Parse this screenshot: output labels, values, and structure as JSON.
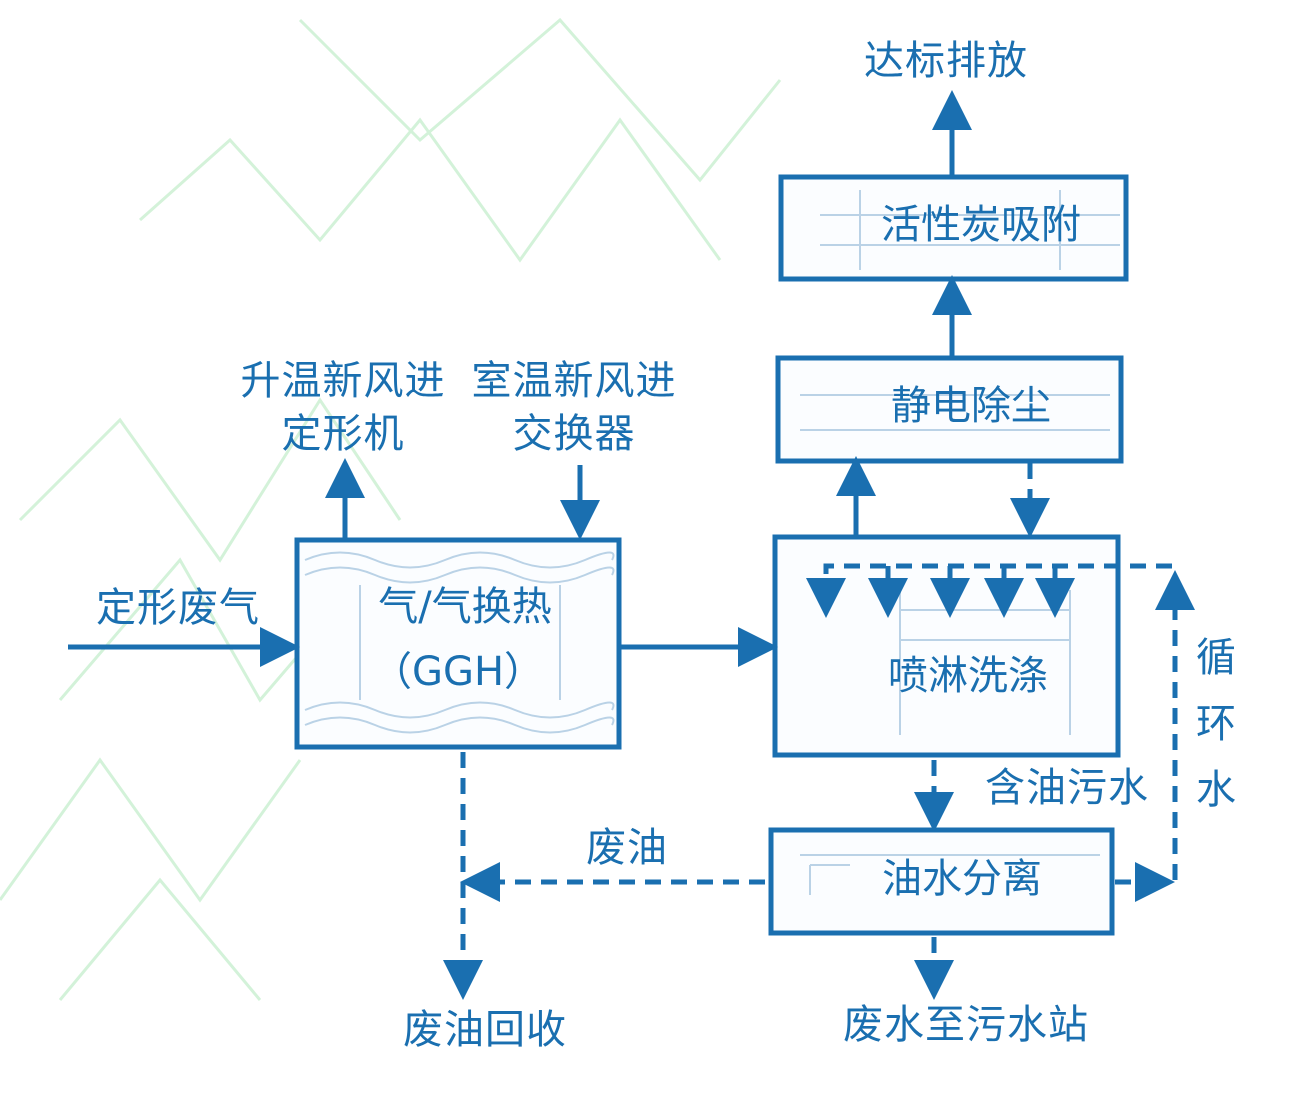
{
  "colors": {
    "line": "#1a6fb0",
    "watermark": "#c9efd0",
    "detail": "#9fc1dc"
  },
  "boxes": {
    "ggh": {
      "title": "气/气换热",
      "subtitle": "（GGH）"
    },
    "spray": {
      "title": "喷淋洗涤"
    },
    "esp": {
      "title": "静电除尘"
    },
    "carbon": {
      "title": "活性炭吸附"
    },
    "separator": {
      "title": "油水分离"
    }
  },
  "labels": {
    "exhaust_in": "定形废气",
    "warm_air_line1": "升温新风进",
    "warm_air_line2": "定形机",
    "room_air_line1": "室温新风进",
    "room_air_line2": "交换器",
    "discharge": "达标排放",
    "oily_water": "含油污水",
    "waste_oil": "废油",
    "oil_recovery": "废油回收",
    "to_wastewater": "废水至污水站",
    "recycle_water": [
      "循",
      "环",
      "水"
    ]
  }
}
